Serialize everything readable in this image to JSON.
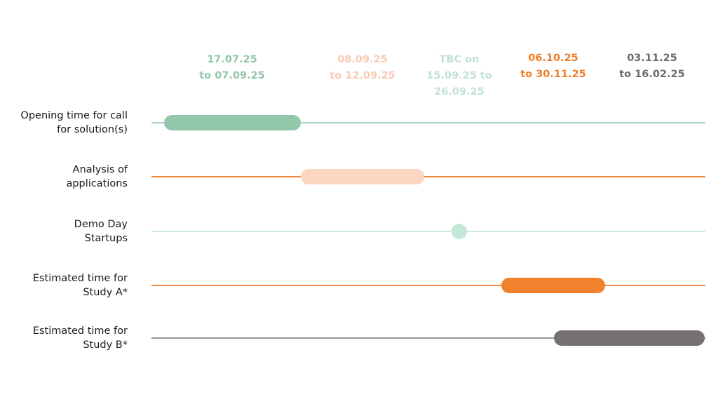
{
  "phases": [
    {
      "label_lines": [
        "Opening time for call",
        "for solution(s)"
      ],
      "date_lines": [
        "17.07.25",
        "to 07.09.25"
      ],
      "line_color": "#a9d3c1",
      "bar_color": "#93c7ac",
      "date_color": "#93c7ac",
      "kind": "bar"
    },
    {
      "label_lines": [
        "Analysis of",
        "applications"
      ],
      "date_lines": [
        "08.09.25",
        "to 12.09.25"
      ],
      "line_color": "#f08a3e",
      "bar_color": "#fcd6be",
      "date_color": "#f9cbb0",
      "kind": "bar"
    },
    {
      "label_lines": [
        "Demo Day",
        "Startups"
      ],
      "date_lines": [
        "TBC on",
        "15.09.25 to",
        "26.09.25"
      ],
      "line_color": "#c9e9dc",
      "bar_color": "#c4e7d7",
      "date_color": "#bfe3d3",
      "kind": "dot"
    },
    {
      "label_lines": [
        "Estimated time for",
        "Study A*"
      ],
      "date_lines": [
        "06.10.25",
        "to 30.11.25"
      ],
      "line_color": "#f08a3e",
      "bar_color": "#f0822e",
      "date_color": "#ef7d28",
      "kind": "bar"
    },
    {
      "label_lines": [
        "Estimated time for",
        "Study B*"
      ],
      "date_lines": [
        "03.11.25",
        "to 16.02.25"
      ],
      "line_color": "#9a9593",
      "bar_color": "#757170",
      "date_color": "#6f6b6a",
      "kind": "bar"
    }
  ]
}
